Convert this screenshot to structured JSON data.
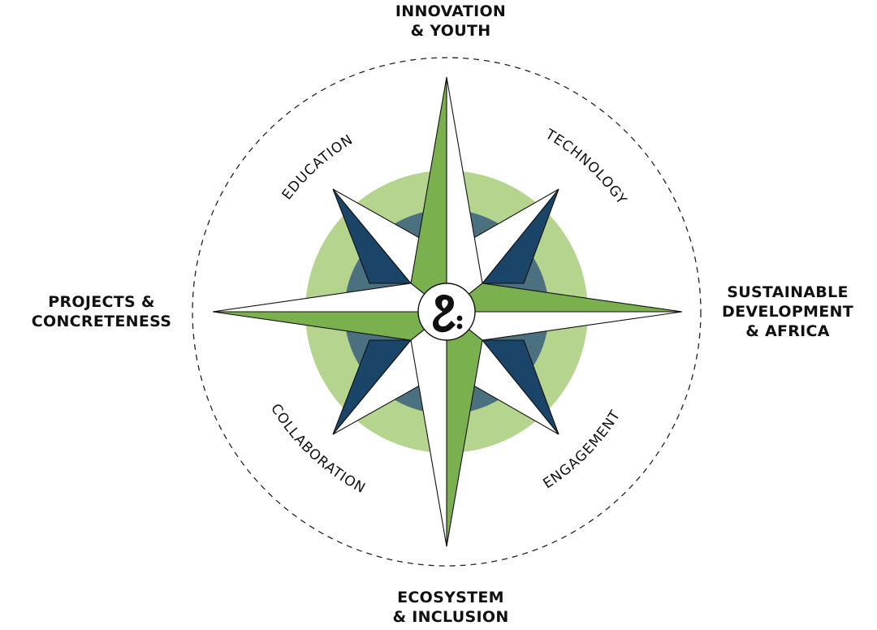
{
  "cardinals": {
    "north": [
      "INNOVATION",
      "& YOUTH"
    ],
    "east": [
      "SUSTAINABLE",
      "DEVELOPMENT",
      "& AFRICA"
    ],
    "south": [
      "ECOSYSTEM",
      "& INCLUSION"
    ],
    "west": [
      "PROJECTS &",
      "CONCRETENESS"
    ]
  },
  "diagonals": {
    "northwest": "EDUCATION",
    "northeast": "TECHNOLOGY",
    "southeast": "ENGAGEMENT",
    "southwest": "COLLABORATION"
  },
  "colors": {
    "green_point": "#7ab04d",
    "navy_point": "#1a4569",
    "light_green_ring": "#b5d58e",
    "steel_ring": "#4b7080",
    "outline": "#111111",
    "white": "#ffffff"
  },
  "center_logo": {
    "icon": "ampersand-logo-icon"
  }
}
